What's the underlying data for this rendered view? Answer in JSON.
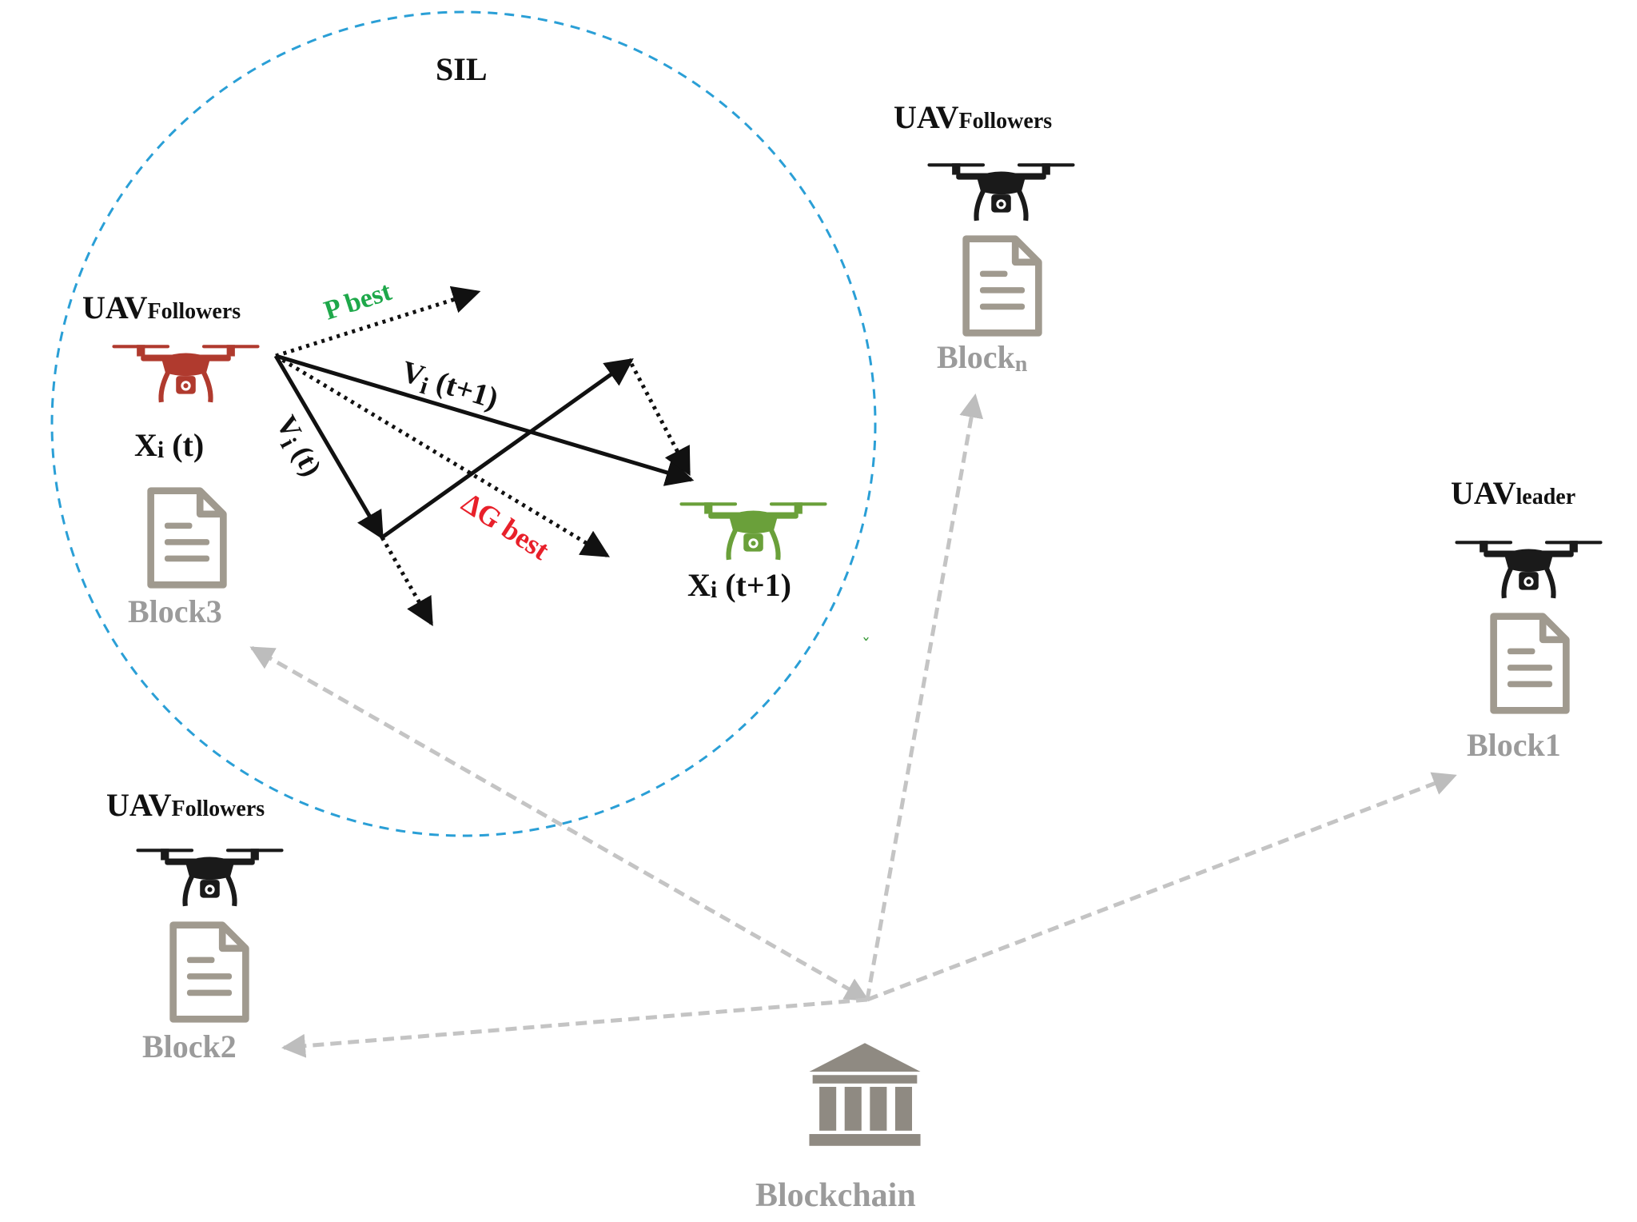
{
  "sil_label": "SIL",
  "uav_prefix": "UAV",
  "followers_sub": "Followers",
  "leader_sub": "leader",
  "block3": "Block3",
  "block2": "Block2",
  "block1": "Block1",
  "blockn_prefix": "Block",
  "blockn_sub": "n",
  "blockchain": "Blockchain",
  "xi_t": "X",
  "xi_t_sub": "i",
  "xi_t_rest": " (t)",
  "xi_t1": "X",
  "xi_t1_sub": "i",
  "xi_t1_rest": " (t+1)",
  "vi_t1_main": "V",
  "vi_t1_sub": "i",
  "vi_t1_rest": " (t+1)",
  "vi_t_main": "V",
  "vi_t_sub": "i",
  "vi_t_rest": " (t)",
  "pbest": "P best",
  "gbest": "ΔG best",
  "colors": {
    "sil_circle": "#2a9fd6",
    "drone_red": "#b03a2e",
    "drone_green": "#6aa03a",
    "drone_black": "#1a1a1a",
    "pbest": "#1ea84a",
    "gbest": "#e8202a",
    "link_gray": "#bdbdbd",
    "doc_gray": "#a09a8f",
    "bank_gray": "#8f8a82"
  },
  "icons": [
    "drone-icon",
    "document-icon",
    "bank-icon"
  ]
}
